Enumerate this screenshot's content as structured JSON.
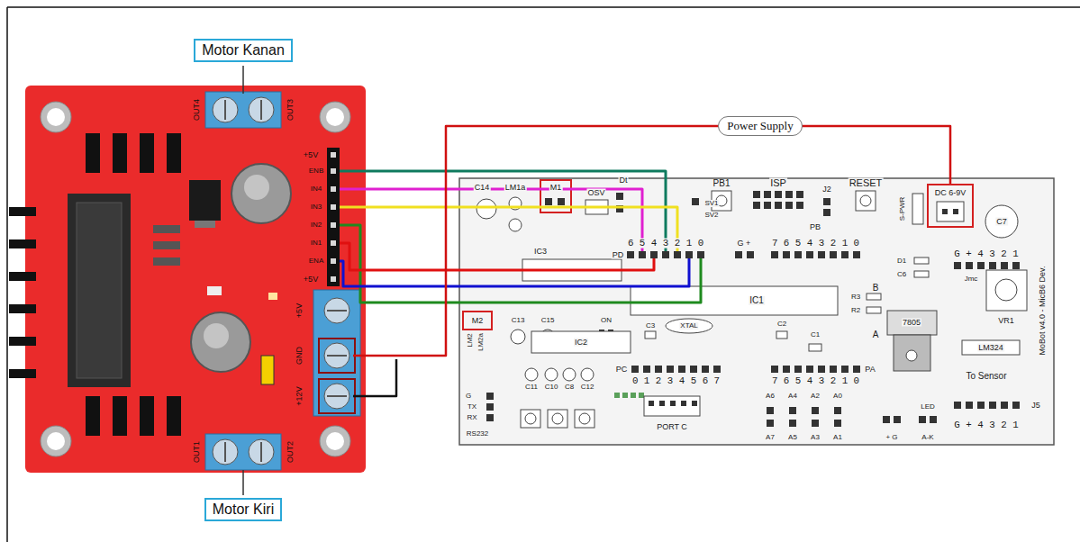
{
  "diagram": {
    "nodes": [
      {
        "text": [
          "Motor Kanan"
        ]
      },
      {
        "text": [
          "Motor Kiri"
        ]
      },
      {
        "text": [
          "Power Supply"
        ]
      }
    ],
    "labels": [
      "OUT4",
      "OUT3",
      "+5V",
      "ENB",
      "IN4",
      "IN3",
      "IN2",
      "IN1",
      "ENA",
      "+5V",
      "+5V",
      "GND",
      "+12V",
      "OUT1",
      "OUT2",
      "C14",
      "LM1a",
      "M1",
      "OSV",
      "Dt",
      "SV1",
      "SV2",
      "PB1",
      "ISP",
      "J2",
      "RESET",
      "S-PWR",
      "DC 6-9V",
      "C7",
      "PD",
      "6 5 4 3 2 1 0",
      "G +",
      "7 6 5 4 3 2 1 0",
      "PB",
      "IC3",
      "IC1",
      "M2",
      "C13",
      "C15",
      "ON",
      "C3",
      "XTAL",
      "C2",
      "C1",
      "R3",
      "R2",
      "D1",
      "C6",
      "B",
      "A",
      "7805",
      "G + 4 3 2 1",
      "MoBot v4.0 - MicB6 Dev.",
      "Jmc",
      "VR1",
      "LM324",
      "To Sensor",
      "J5",
      "G + 4 3 2 1",
      "LM2",
      "LM2a",
      "IC2",
      "PC",
      "0 1 2 3 4 5 6 7",
      "PA",
      "7 6 5 4 3 2 1 0",
      "G",
      "TX",
      "RX",
      "RS232",
      "C11",
      "C10",
      "C8",
      "C12",
      "PORT C",
      "A6",
      "A4",
      "A2",
      "A0",
      "A7",
      "A5",
      "A3",
      "A1",
      "+ G",
      "LED",
      "A-K"
    ]
  }
}
